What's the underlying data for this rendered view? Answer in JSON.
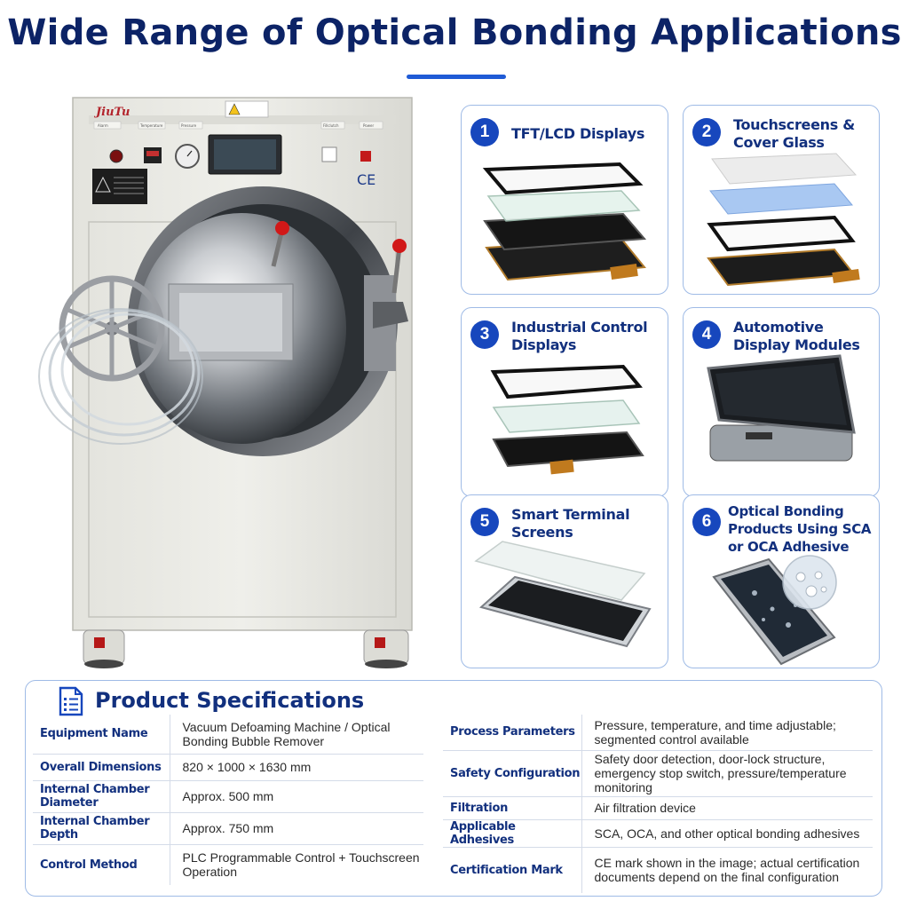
{
  "header": {
    "title": "Wide Range of Optical Bonding Applications"
  },
  "machine": {
    "brand": "JiuTu",
    "panel_labels": [
      "Alarm",
      "Temperature",
      "Pressure",
      "Fillclutch",
      "Power"
    ],
    "ce_mark": "CE"
  },
  "applications": [
    {
      "num": "1",
      "title": "TFT/LCD Displays"
    },
    {
      "num": "2",
      "title": "Touchscreens & Cover Glass"
    },
    {
      "num": "3",
      "title": "Industrial Control Displays"
    },
    {
      "num": "4",
      "title": "Automotive Display Modules"
    },
    {
      "num": "5",
      "title": "Smart Terminal Screens"
    },
    {
      "num": "6",
      "title": "Optical Bonding Products Using SCA or OCA Adhesive"
    }
  ],
  "specs": {
    "title": "Product Specifications",
    "left": [
      {
        "label": "Equipment Name",
        "value": "Vacuum Defoaming Machine / Optical Bonding Bubble Remover"
      },
      {
        "label": "Overall Dimensions",
        "value": "820 × 1000 × 1630 mm"
      },
      {
        "label": "Internal Chamber Diameter",
        "value": "Approx. 500 mm"
      },
      {
        "label": "Internal Chamber Depth",
        "value": "Approx. 750 mm"
      },
      {
        "label": "Control Method",
        "value": "PLC Programmable Control + Touchscreen Operation"
      }
    ],
    "right": [
      {
        "label": "Process Parameters",
        "value": "Pressure, temperature, and time adjustable; segmented control available"
      },
      {
        "label": "Safety Configuration",
        "value": "Safety door detection, door-lock structure, emergency stop switch, pressure/temperature monitoring"
      },
      {
        "label": "Filtration",
        "value": "Air filtration device"
      },
      {
        "label": "Applicable Adhesives",
        "value": "SCA, OCA, and other optical bonding adhesives"
      },
      {
        "label": "Certification Mark",
        "value": "CE mark shown in the image; actual certification documents depend on the final configuration"
      }
    ]
  },
  "colors": {
    "title": "#0c2366",
    "accent": "#1747bd",
    "border": "#9fbbe6"
  }
}
